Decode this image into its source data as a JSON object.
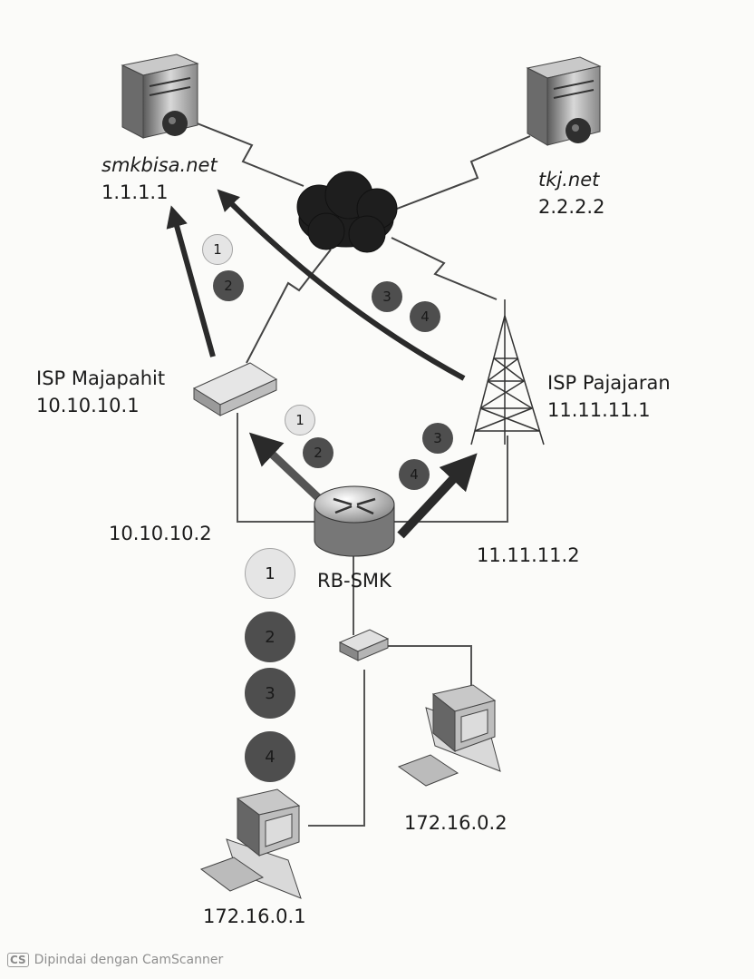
{
  "nodes": {
    "smkbisa": {
      "name": "smkbisa.net",
      "ip": "1.1.1.1"
    },
    "tkj": {
      "name": "tkj.net",
      "ip": "2.2.2.2"
    },
    "isp_majapahit": {
      "name": "ISP Majapahit",
      "ip": "10.10.10.1"
    },
    "isp_pajajaran": {
      "name": "ISP Pajajaran",
      "ip": "11.11.11.1"
    },
    "router": {
      "name": "RB-SMK",
      "wan1_ip": "10.10.10.2",
      "wan2_ip": "11.11.11.2"
    },
    "client1": {
      "ip": "172.16.0.1"
    },
    "client2": {
      "ip": "172.16.0.2"
    }
  },
  "steps": {
    "s1": "1",
    "s2": "2",
    "s3": "3",
    "s4": "4"
  },
  "footer": {
    "logo": "CS",
    "text": "Dipindai dengan CamScanner"
  }
}
